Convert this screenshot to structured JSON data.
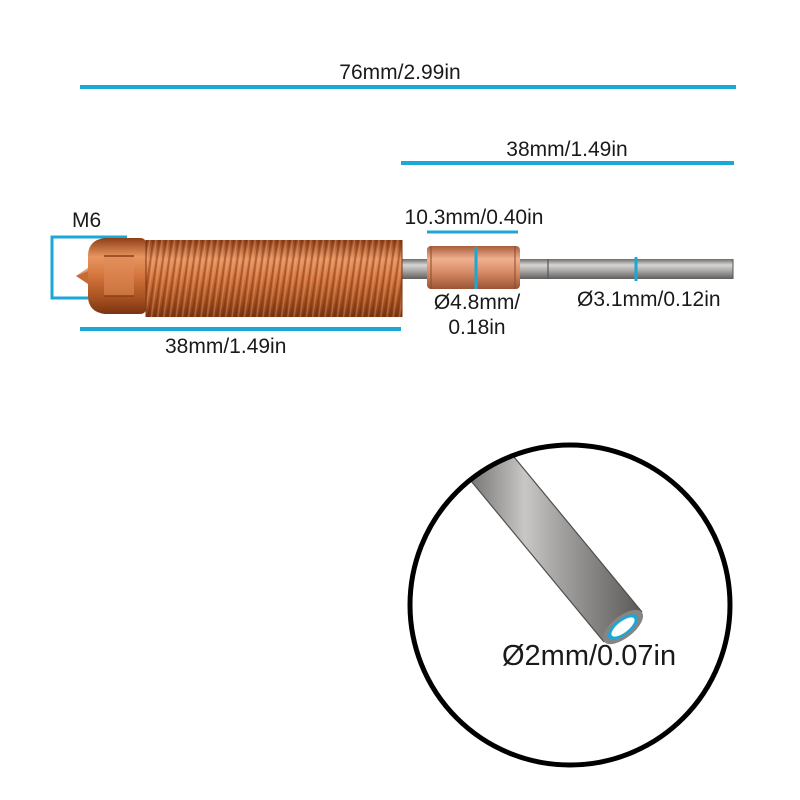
{
  "dimensions": {
    "overall_length": "76mm/2.99in",
    "heatbreak_length": "38mm/1.49in",
    "thread_length": "38mm/1.49in",
    "sleeve_length": "10.3mm/0.40in",
    "thread_spec": "M6",
    "sleeve_diameter_line1": "Ø4.8mm/",
    "sleeve_diameter_line2": "0.18in",
    "tube_outer_diameter": "Ø3.1mm/0.12in",
    "tube_inner_diameter": "Ø2mm/0.07in"
  },
  "colors": {
    "dimension_line": "#1ba8d6",
    "copper": "#d9773f",
    "steel": "#9a9896"
  }
}
